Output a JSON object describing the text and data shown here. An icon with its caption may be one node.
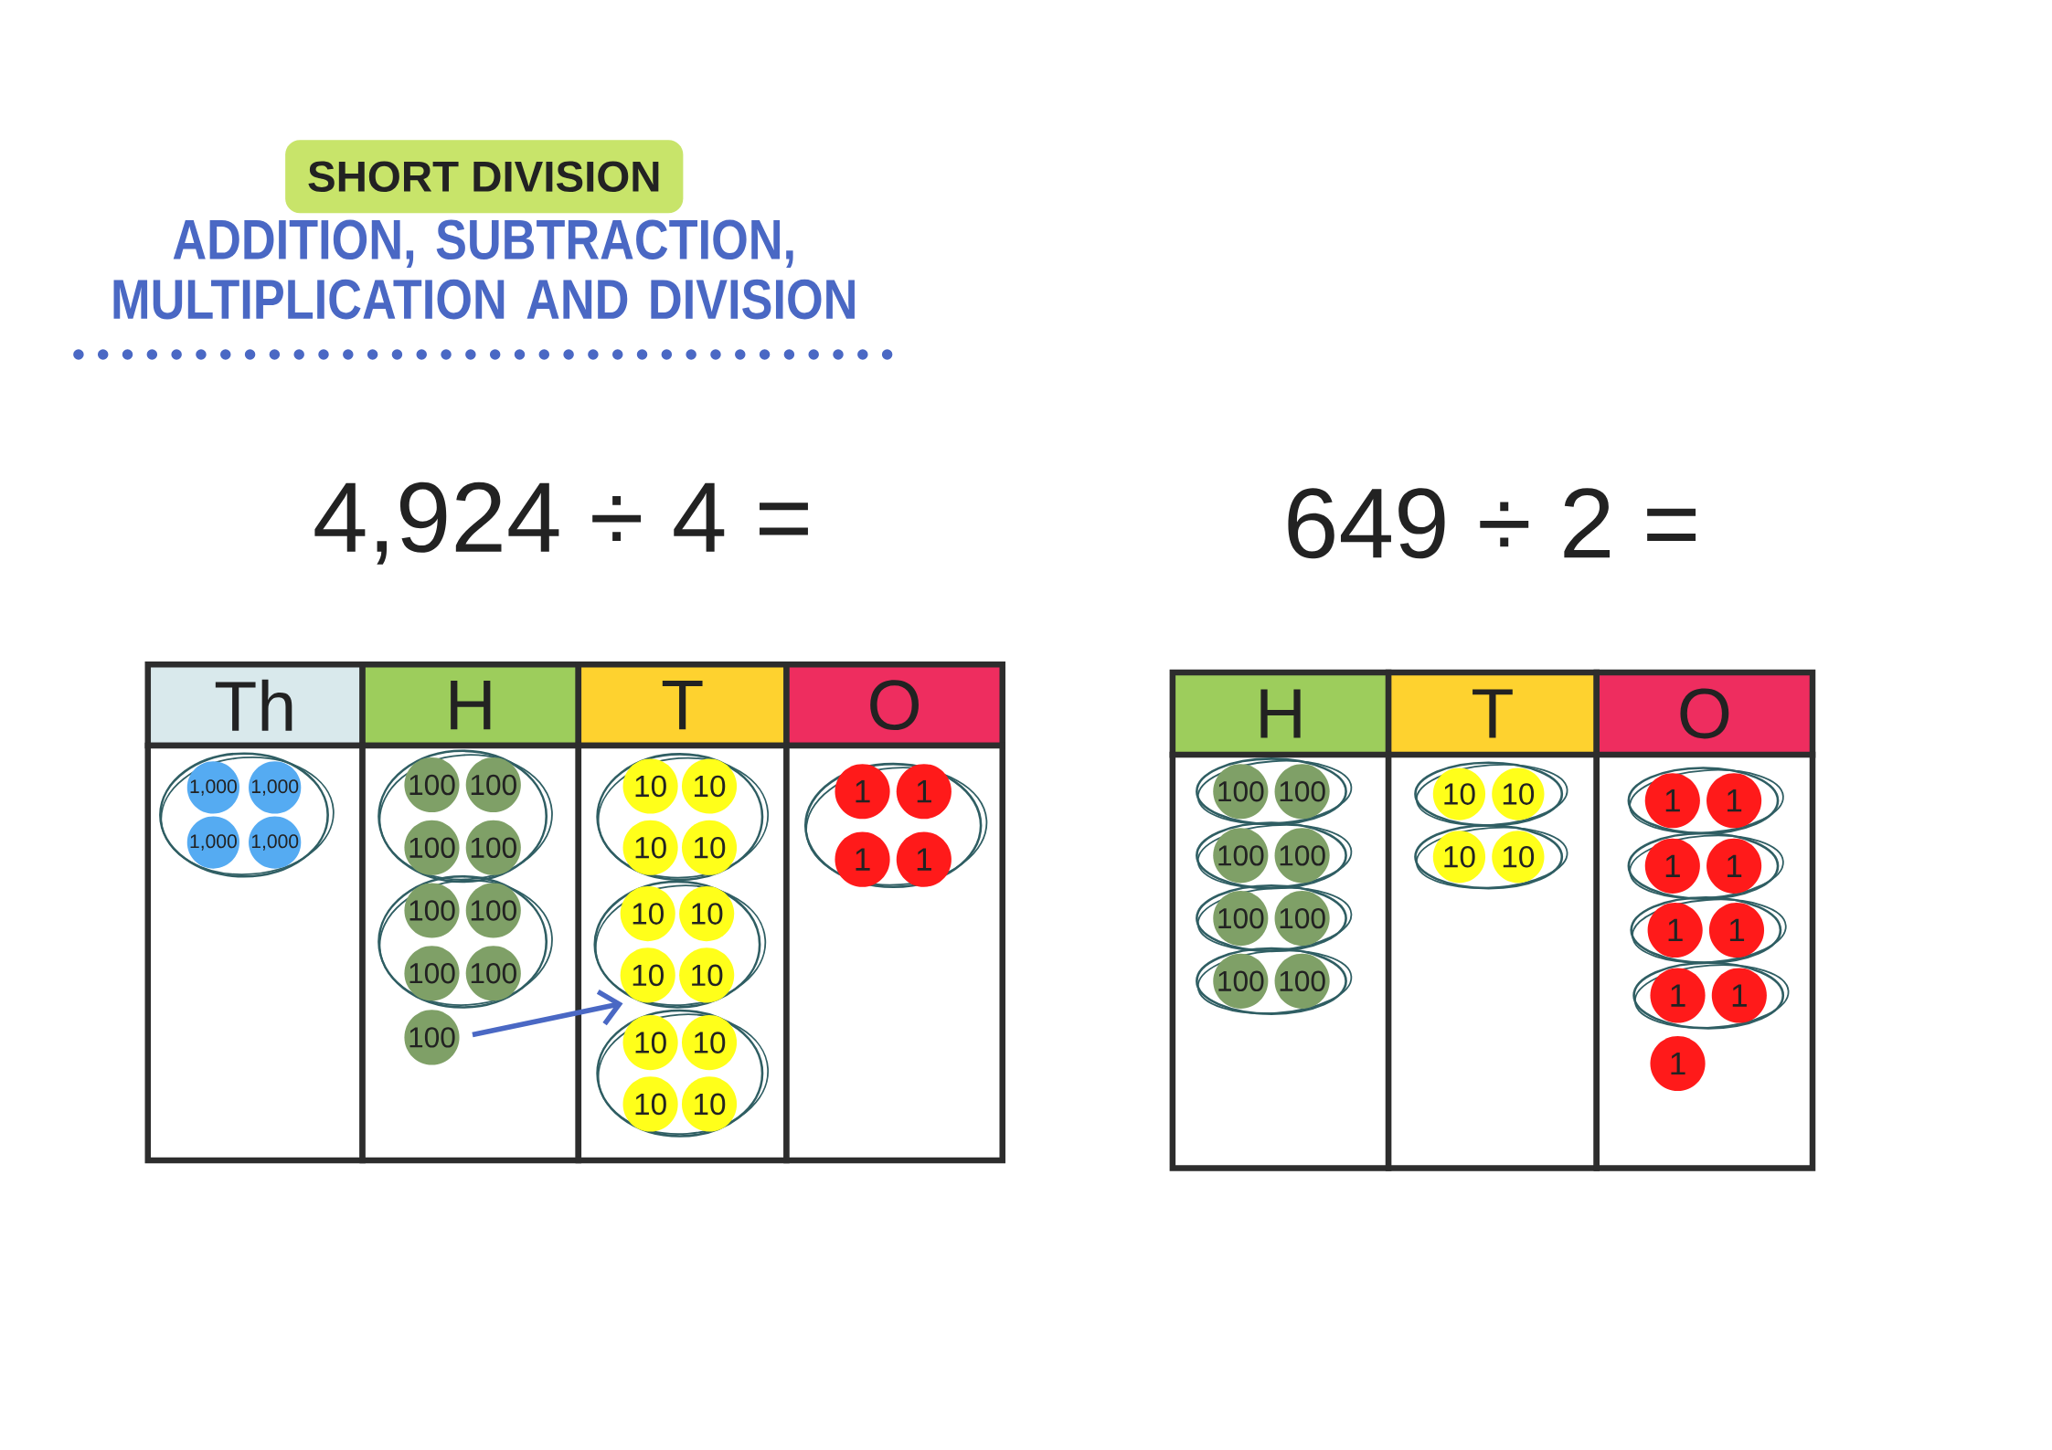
{
  "diagram": {
    "title": "ADDITION, SUBTRACTION, MULTIPLICATION AND DIVISION",
    "nodes": [
      {
        "text": [
          "SHORT DIVISION"
        ]
      },
      {
        "text": [
          "Th"
        ]
      },
      {
        "text": [
          "H"
        ]
      },
      {
        "text": [
          "T"
        ]
      },
      {
        "text": [
          "O"
        ]
      },
      {
        "text": [],
        "shape": "box"
      },
      {
        "text": [],
        "shape": "ellipse",
        "in": 5
      },
      {
        "text": [
          "1,000"
        ],
        "in": 6
      },
      {
        "text": [
          "1,000"
        ],
        "in": 6
      },
      {
        "text": [
          "1,000"
        ],
        "in": 6
      },
      {
        "text": [
          "1,000"
        ],
        "in": 6
      },
      {
        "text": [],
        "shape": "box"
      },
      {
        "text": [],
        "shape": "ellipse",
        "in": 11
      },
      {
        "text": [
          "100"
        ],
        "in": 12
      },
      {
        "text": [
          "100"
        ],
        "in": 12
      },
      {
        "text": [
          "100"
        ],
        "in": 12
      },
      {
        "text": [
          "100"
        ],
        "in": 12
      },
      {
        "text": [],
        "shape": "ellipse",
        "in": 11
      },
      {
        "text": [
          "100"
        ],
        "in": 17
      },
      {
        "text": [
          "100"
        ],
        "in": 17
      },
      {
        "text": [
          "100"
        ],
        "in": 17
      },
      {
        "text": [
          "100"
        ],
        "in": 17
      },
      {
        "text": [
          "100"
        ],
        "in": 11
      },
      {
        "text": [],
        "shape": "box"
      },
      {
        "text": [],
        "shape": "ellipse",
        "in": 23
      },
      {
        "text": [
          "10"
        ],
        "in": 24
      },
      {
        "text": [
          "10"
        ],
        "in": 24
      },
      {
        "text": [
          "10"
        ],
        "in": 24
      },
      {
        "text": [
          "10"
        ],
        "in": 24
      },
      {
        "text": [],
        "shape": "ellipse",
        "in": 23
      },
      {
        "text": [
          "10"
        ],
        "in": 29
      },
      {
        "text": [
          "10"
        ],
        "in": 29
      },
      {
        "text": [
          "10"
        ],
        "in": 29
      },
      {
        "text": [
          "10"
        ],
        "in": 29
      },
      {
        "text": [],
        "shape": "ellipse",
        "in": 23
      },
      {
        "text": [
          "10"
        ],
        "in": 34
      },
      {
        "text": [
          "10"
        ],
        "in": 34
      },
      {
        "text": [
          "10"
        ],
        "in": 34
      },
      {
        "text": [
          "10"
        ],
        "in": 34
      },
      {
        "text": [],
        "shape": "box"
      },
      {
        "text": [],
        "shape": "ellipse",
        "in": 39
      },
      {
        "text": [
          "1"
        ],
        "in": 40
      },
      {
        "text": [
          "1"
        ],
        "in": 40
      },
      {
        "text": [
          "1"
        ],
        "in": 40
      },
      {
        "text": [
          "1"
        ],
        "in": 40
      },
      {
        "text": [
          "H"
        ]
      },
      {
        "text": [
          "T"
        ]
      },
      {
        "text": [
          "O"
        ]
      },
      {
        "text": [],
        "shape": "box"
      },
      {
        "text": [],
        "shape": "ellipse",
        "in": 48
      },
      {
        "text": [
          "100"
        ],
        "in": 49
      },
      {
        "text": [
          "100"
        ],
        "in": 49
      },
      {
        "text": [],
        "shape": "ellipse",
        "in": 48
      },
      {
        "text": [
          "100"
        ],
        "in": 52
      },
      {
        "text": [
          "100"
        ],
        "in": 52
      },
      {
        "text": [],
        "shape": "ellipse",
        "in": 48
      },
      {
        "text": [
          "100"
        ],
        "in": 55
      },
      {
        "text": [
          "100"
        ],
        "in": 55
      },
      {
        "text": [],
        "shape": "ellipse",
        "in": 48
      },
      {
        "text": [
          "100"
        ],
        "in": 58
      },
      {
        "text": [
          "100"
        ],
        "in": 58
      },
      {
        "text": [],
        "shape": "box"
      },
      {
        "text": [],
        "shape": "ellipse",
        "in": 61
      },
      {
        "text": [
          "10"
        ],
        "in": 62
      },
      {
        "text": [
          "10"
        ],
        "in": 62
      },
      {
        "text": [],
        "shape": "ellipse",
        "in": 61
      },
      {
        "text": [
          "10"
        ],
        "in": 65
      },
      {
        "text": [
          "10"
        ],
        "in": 65
      },
      {
        "text": [],
        "shape": "box"
      },
      {
        "text": [],
        "shape": "ellipse",
        "in": 68
      },
      {
        "text": [
          "1"
        ],
        "in": 69
      },
      {
        "text": [
          "1"
        ],
        "in": 69
      },
      {
        "text": [],
        "shape": "ellipse",
        "in": 68
      },
      {
        "text": [
          "1"
        ],
        "in": 72
      },
      {
        "text": [
          "1"
        ],
        "in": 72
      },
      {
        "text": [],
        "shape": "ellipse",
        "in": 68
      },
      {
        "text": [
          "1"
        ],
        "in": 75
      },
      {
        "text": [
          "1"
        ],
        "in": 75
      },
      {
        "text": [],
        "shape": "ellipse",
        "in": 68
      },
      {
        "text": [
          "1"
        ],
        "in": 78
      },
      {
        "text": [
          "1"
        ],
        "in": 78
      },
      {
        "text": [
          "1"
        ],
        "in": 68
      }
    ],
    "edges": [
      {
        "from": 22,
        "to": 23,
        "arrow": "to"
      }
    ],
    "labels": [
      "4,924 ÷ 4 =",
      "649 ÷ 2 ="
    ]
  }
}
